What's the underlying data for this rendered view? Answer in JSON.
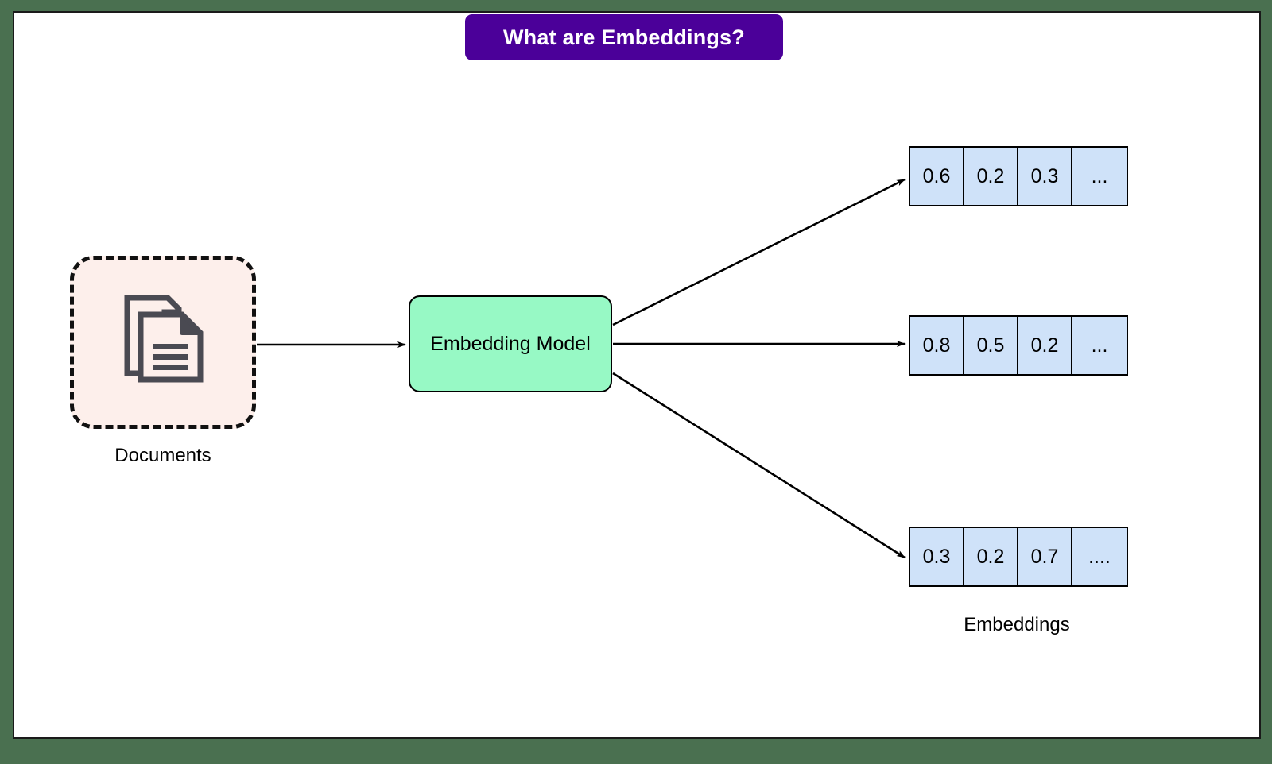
{
  "canvas": {
    "background": "#ffffff",
    "frame_color": "#4a7050",
    "border_color": "#1a1a1a"
  },
  "title": {
    "text": "What are Embeddings?",
    "background": "#4b0099",
    "color": "#ffffff"
  },
  "source": {
    "label": "Documents",
    "box_fill": "#fdefeb",
    "border_style": "dashed",
    "border_color": "#111111",
    "icon": "documents-icon"
  },
  "model": {
    "label": "Embedding Model",
    "fill": "#97f9c5",
    "border_color": "#000000"
  },
  "output": {
    "label": "Embeddings",
    "cell_fill": "#cfe2f9",
    "vectors": [
      {
        "cells": [
          "0.6",
          "0.2",
          "0.3",
          "..."
        ]
      },
      {
        "cells": [
          "0.8",
          "0.5",
          "0.2",
          "..."
        ]
      },
      {
        "cells": [
          "0.3",
          "0.2",
          "0.7",
          "...."
        ]
      }
    ]
  },
  "edges": [
    {
      "name": "documents-to-model",
      "from": "documents-box",
      "to": "model-box"
    },
    {
      "name": "model-to-vector-1",
      "from": "model-box",
      "to": "vector-row-0"
    },
    {
      "name": "model-to-vector-2",
      "from": "model-box",
      "to": "vector-row-1"
    },
    {
      "name": "model-to-vector-3",
      "from": "model-box",
      "to": "vector-row-2"
    }
  ]
}
